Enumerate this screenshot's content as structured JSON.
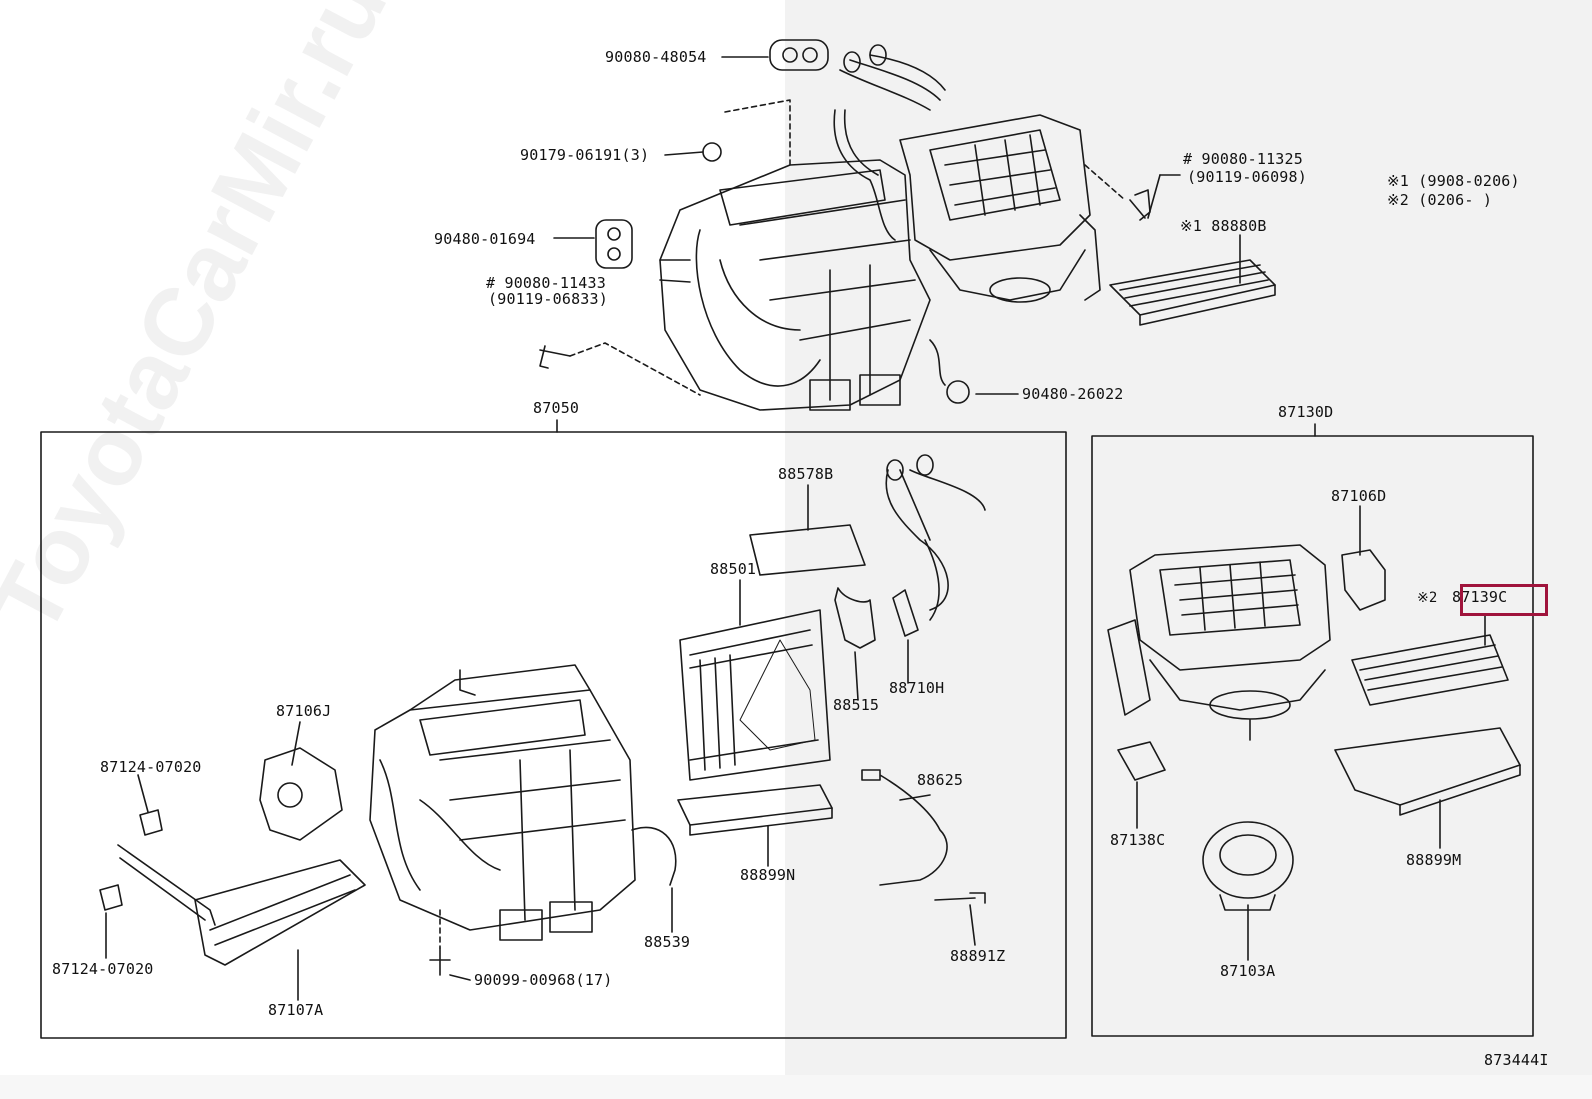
{
  "watermark": "ToyotaCarMir.ru",
  "diagram_id": "873444I",
  "notes": {
    "note1": "※1 (9908-0206)",
    "note2": "※2 (0206-       )"
  },
  "groups": {
    "left_box_label": "87050",
    "right_box_label": "87130D"
  },
  "parts": {
    "p90080_48054": "90080-48054",
    "p90179_06191": "90179-06191(3)",
    "p90480_01694": "90480-01694",
    "p90080_11433": "# 90080-11433",
    "p90119_06833": "(90119-06833)",
    "p90080_11325": "# 90080-11325",
    "p90119_06098": "(90119-06098)",
    "p88880B": "※1 88880B",
    "p90480_26022": "90480-26022",
    "p88578B": "88578B",
    "p88501": "88501",
    "p88515": "88515",
    "p88710H": "88710H",
    "p87106J": "87106J",
    "p87124_07020_a": "87124-07020",
    "p87124_07020_b": "87124-07020",
    "p87107A": "87107A",
    "p90099_00968": "90099-00968(17)",
    "p88539": "88539",
    "p88899N": "88899N",
    "p88625": "88625",
    "p88891Z": "88891Z",
    "p87106D": "87106D",
    "p87139C": "87139C",
    "p87139C_mark": "※2",
    "p87138C": "87138C",
    "p88899M": "88899M",
    "p87103A": "87103A"
  },
  "colors": {
    "highlight": "#a0143c",
    "line": "#1a1a1a"
  }
}
